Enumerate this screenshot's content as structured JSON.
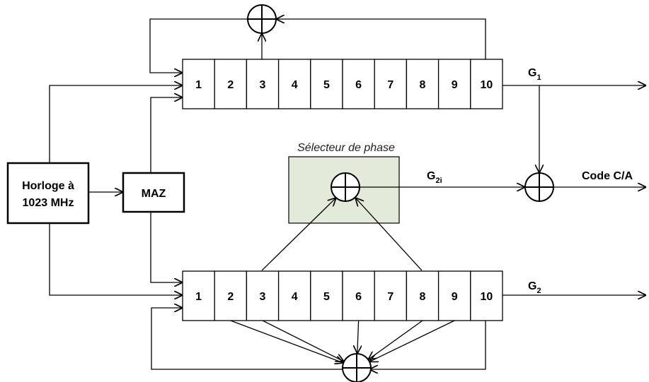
{
  "registers": {
    "g1_cells": [
      "1",
      "2",
      "3",
      "4",
      "5",
      "6",
      "7",
      "8",
      "9",
      "10"
    ],
    "g2_cells": [
      "1",
      "2",
      "3",
      "4",
      "5",
      "6",
      "7",
      "8",
      "9",
      "10"
    ]
  },
  "blocks": {
    "clock_line1": "Horloge à",
    "clock_line2": "1023 MHz",
    "reset": "MAZ",
    "phase_selector_title": "Sélecteur de phase"
  },
  "signals": {
    "g1": "G",
    "g1_sub": "1",
    "g2": "G",
    "g2_sub": "2",
    "g2i": "G",
    "g2i_sub": "2i",
    "output": "Code C/A"
  },
  "colors": {
    "phase_selector_fill": "#e3ead9",
    "line": "#000000"
  }
}
